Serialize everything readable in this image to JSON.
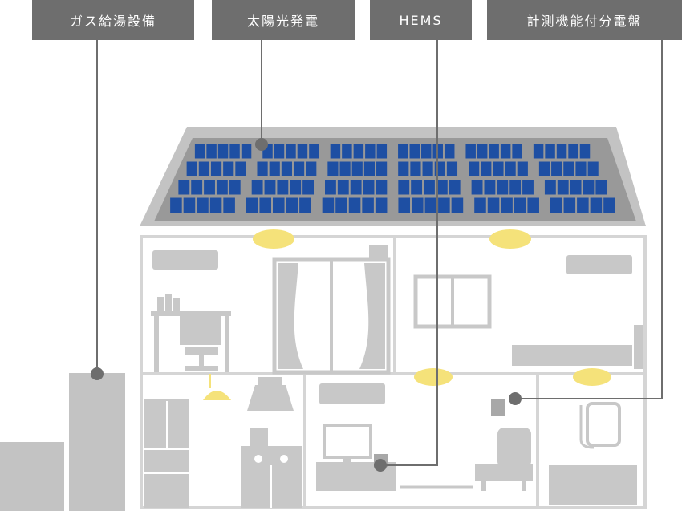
{
  "labels": {
    "gas": "ガス給湯設備",
    "solar": "太陽光発電",
    "hems": "HEMS",
    "panel": "計測機能付分電盤"
  },
  "colors": {
    "label_bg": "#6e6e6e",
    "line": "#6e6e6e",
    "solar_cell": "#1e4fa3",
    "roof": "#bfbfbf",
    "wall": "#d9d9d9",
    "furniture": "#c8c8c8",
    "light": "#f7e08c"
  }
}
